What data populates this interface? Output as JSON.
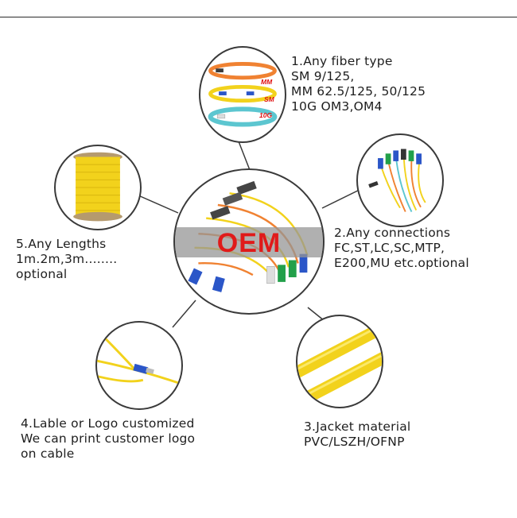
{
  "center": {
    "banner": "OEM"
  },
  "features": [
    {
      "lines": [
        "1.Any fiber type",
        "SM 9/125,",
        "MM 62.5/125, 50/125",
        "10G OM3,OM4"
      ],
      "tags": [
        "MM",
        "SM",
        "10G"
      ]
    },
    {
      "lines": [
        "2.Any connections",
        "FC,ST,LC,SC,MTP,",
        "E200,MU etc.optional"
      ]
    },
    {
      "lines": [
        "3.Jacket material",
        "PVC/LSZH/OFNP"
      ]
    },
    {
      "lines": [
        "4.Lable or Logo customized",
        "We can print customer logo",
        "on cable"
      ]
    },
    {
      "lines": [
        "5.Any Lengths",
        "1m.2m,3m........",
        "optional"
      ]
    }
  ],
  "colors": {
    "fiber_yellow": "#f2d21c",
    "mm_orange": "#f08232",
    "om3_aqua": "#5cc6d0",
    "oem_red": "#e01a1a",
    "outline": "#3a3a3a"
  }
}
